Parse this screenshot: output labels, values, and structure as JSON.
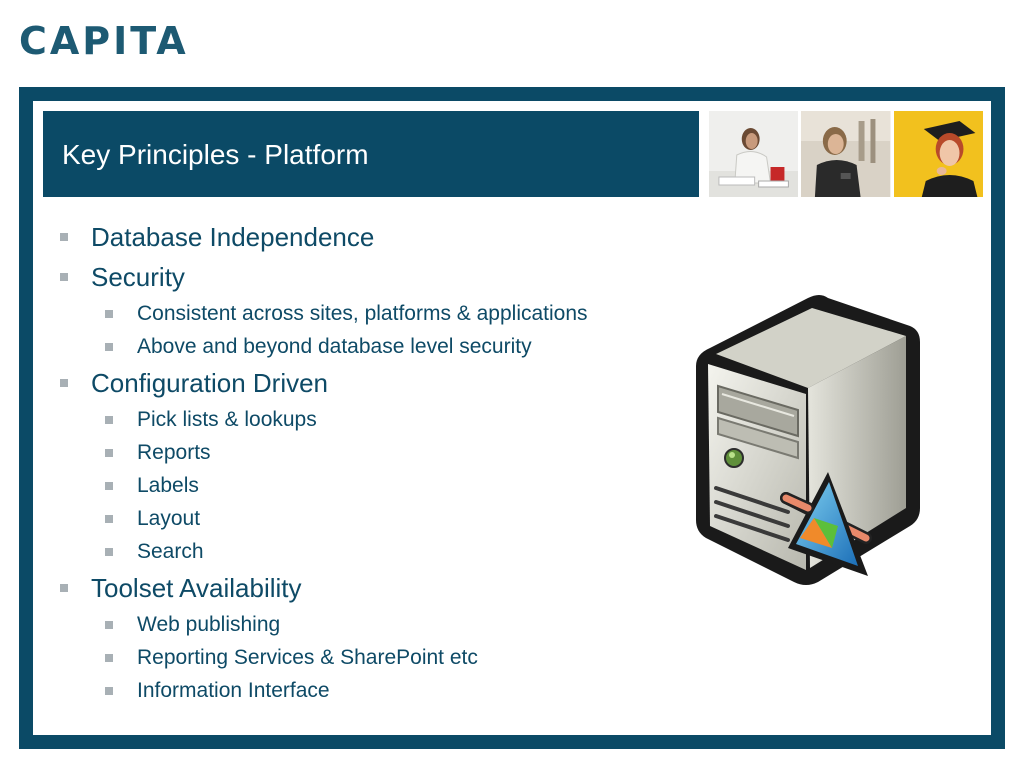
{
  "logo": {
    "text": "CAPITA"
  },
  "slide": {
    "title": "Key Principles - Platform",
    "bullets": [
      {
        "label": "Database Independence"
      },
      {
        "label": "Security",
        "children": [
          "Consistent across sites, platforms & applications",
          "Above and beyond database level security"
        ]
      },
      {
        "label": "Configuration Driven",
        "children": [
          "Pick lists & lookups",
          "Reports",
          "Labels",
          "Layout",
          "Search"
        ]
      },
      {
        "label": "Toolset Availability",
        "children": [
          "Web publishing",
          "Reporting Services & SharePoint etc",
          "Information Interface"
        ]
      }
    ]
  },
  "images": {
    "photos": [
      "woman-at-desk-photo",
      "woman-with-phone-photo",
      "graduate-woman-photo"
    ],
    "server": "server-icon"
  },
  "colors": {
    "brand": "#0b4a66",
    "logo": "#1d5a73",
    "bullet_text": "#0e4a66",
    "bullet_marker": "#a8b0b5"
  }
}
